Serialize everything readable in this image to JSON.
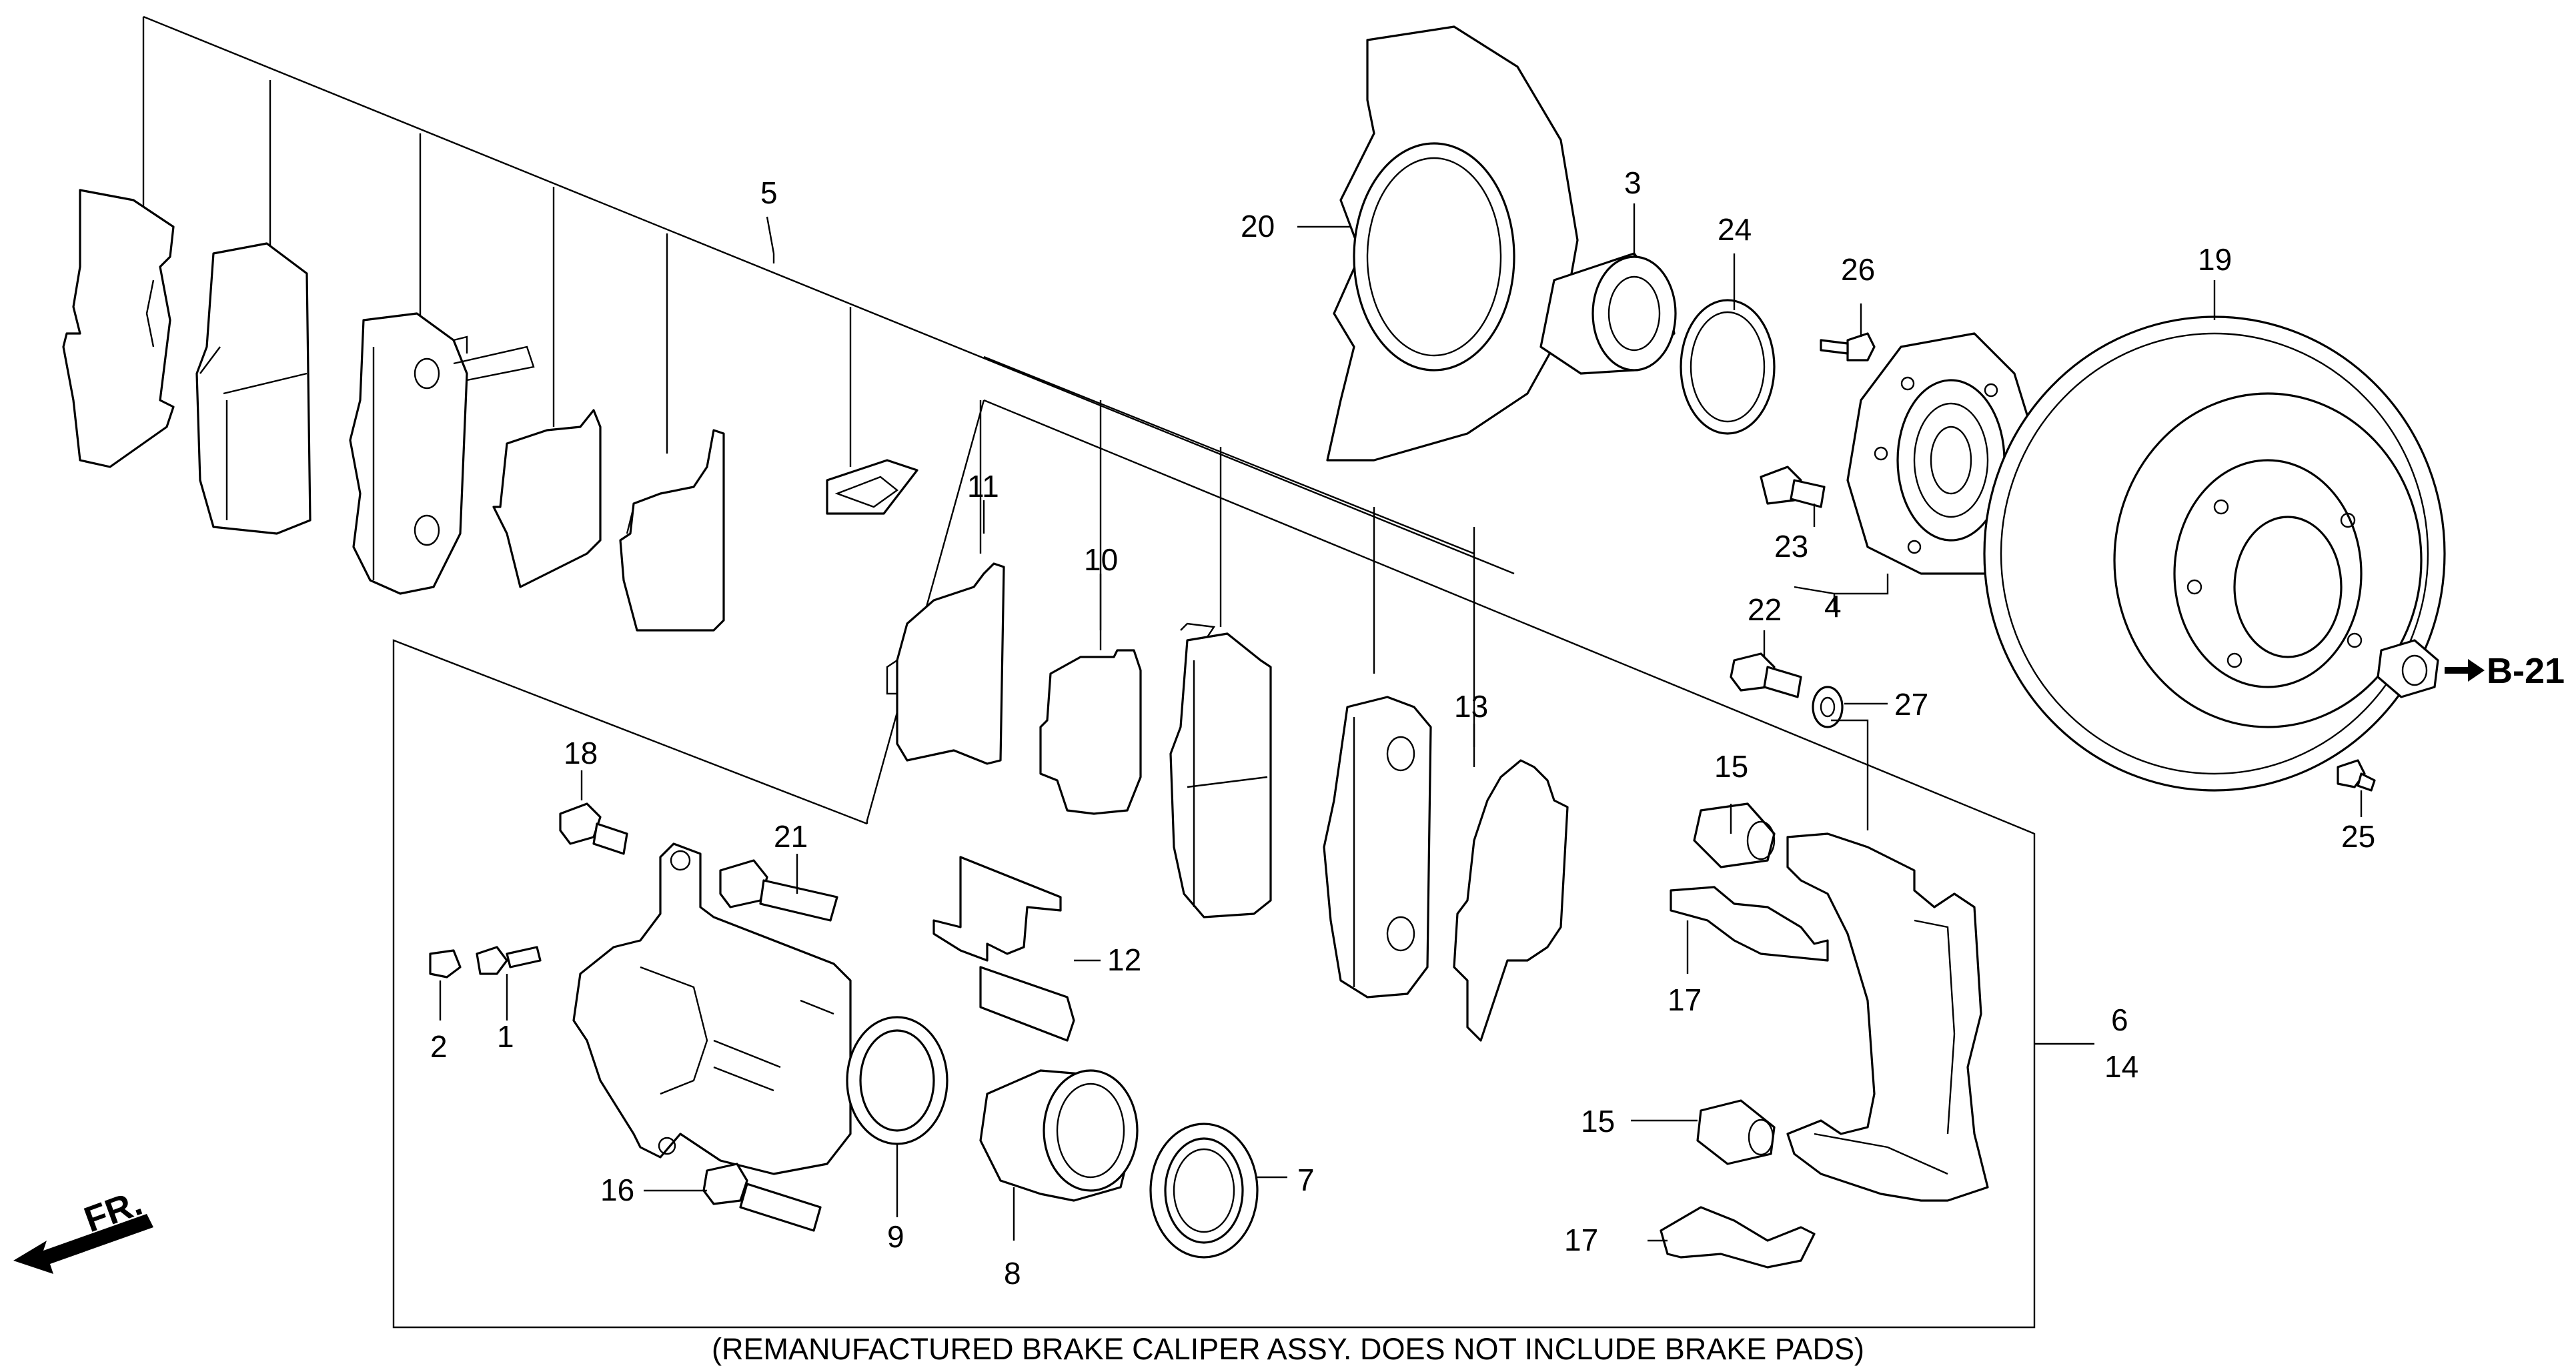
{
  "labels": {
    "l1": "1",
    "l2": "2",
    "l3": "3",
    "l4": "4",
    "l5": "5",
    "l6": "6",
    "l7": "7",
    "l8": "8",
    "l9": "9",
    "l10": "10",
    "l11": "11",
    "l12": "12",
    "l13": "13",
    "l14": "14",
    "l15a": "15",
    "l15b": "15",
    "l16": "16",
    "l17a": "17",
    "l17b": "17",
    "l18": "18",
    "l19": "19",
    "l20": "20",
    "l21": "21",
    "l22": "22",
    "l23": "23",
    "l24": "24",
    "l25": "25",
    "l26": "26",
    "l27": "27"
  },
  "reference": "B-21",
  "direction": "FR.",
  "caption": "(REMANUFACTURED BRAKE CALIPER ASSY. DOES NOT INCLUDE BRAKE PADS)"
}
